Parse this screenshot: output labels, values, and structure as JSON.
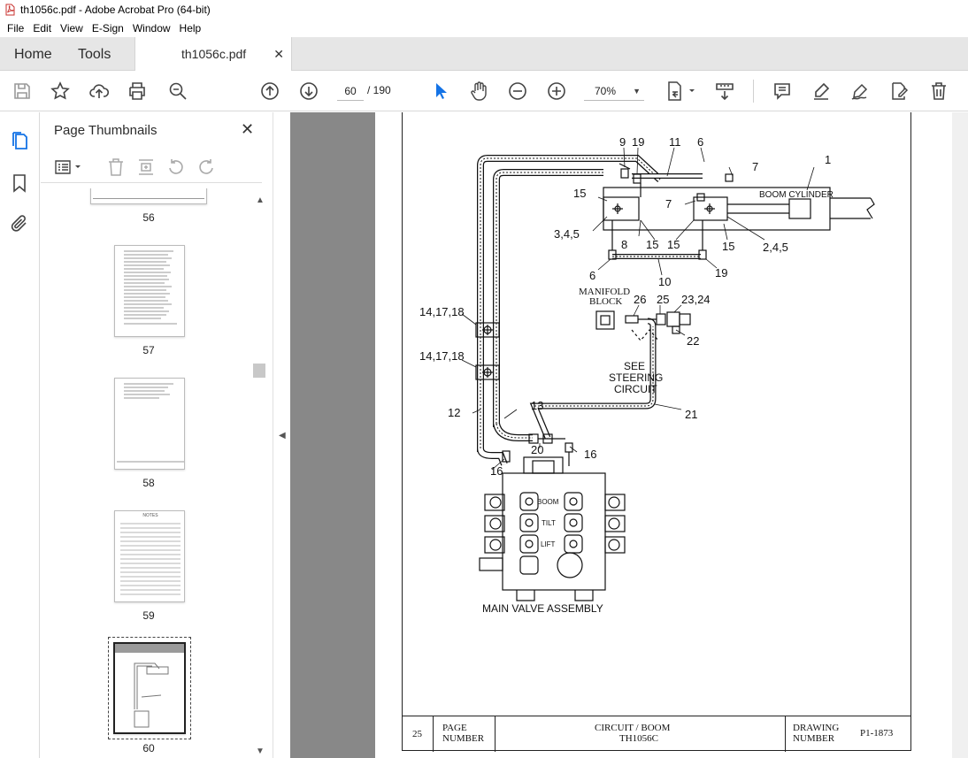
{
  "window": {
    "title": "th1056c.pdf - Adobe Acrobat Pro (64-bit)"
  },
  "menu": [
    "File",
    "Edit",
    "View",
    "E-Sign",
    "Window",
    "Help"
  ],
  "tabs": {
    "home": "Home",
    "tools": "Tools",
    "document": "th1056c.pdf"
  },
  "toolbar": {
    "current_page": "60",
    "page_total": "/  190",
    "zoom": "70%"
  },
  "thumbnails_panel": {
    "title": "Page Thumbnails",
    "pages": [
      {
        "label": "56"
      },
      {
        "label": "57"
      },
      {
        "label": "58"
      },
      {
        "label": "59",
        "heading": "NOTES"
      },
      {
        "label": "60",
        "selected": true
      }
    ]
  },
  "drawing": {
    "callouts": {
      "c9": "9",
      "c19a": "19",
      "c11": "11",
      "c6a": "6",
      "c7a": "7",
      "c1": "1",
      "c15a": "15",
      "c7b": "7",
      "c345": "3,4,5",
      "c8": "8",
      "c15b": "15",
      "c15c": "15",
      "c15d": "15",
      "c245": "2,4,5",
      "c6b": "6",
      "c10": "10",
      "c19b": "19",
      "c26": "26",
      "c25": "25",
      "c2324": "23,24",
      "c22": "22",
      "c141718a": "14,17,18",
      "c141718b": "14,17,18",
      "c12": "12",
      "c13": "13",
      "c21": "21",
      "c20": "20",
      "c16a": "16",
      "c16b": "16"
    },
    "labels": {
      "boom_cylinder": "BOOM CYLINDER",
      "manifold1": "MANIFOLD",
      "manifold2": "BLOCK",
      "see1": "SEE",
      "see2": "STEERING",
      "see3": "CIRCUIT",
      "boom": "BOOM",
      "tilt": "TILT",
      "lift": "LIFT",
      "main_valve": "MAIN VALVE ASSEMBLY"
    },
    "title_block": {
      "page_no": "25",
      "page_label_1": "PAGE",
      "page_label_2": "NUMBER",
      "circuit_1": "CIRCUIT  /  BOOM",
      "circuit_2": "TH1056C",
      "drawing_label_1": "DRAWING",
      "drawing_label_2": "NUMBER",
      "drawing_no": "P1-1873"
    }
  }
}
